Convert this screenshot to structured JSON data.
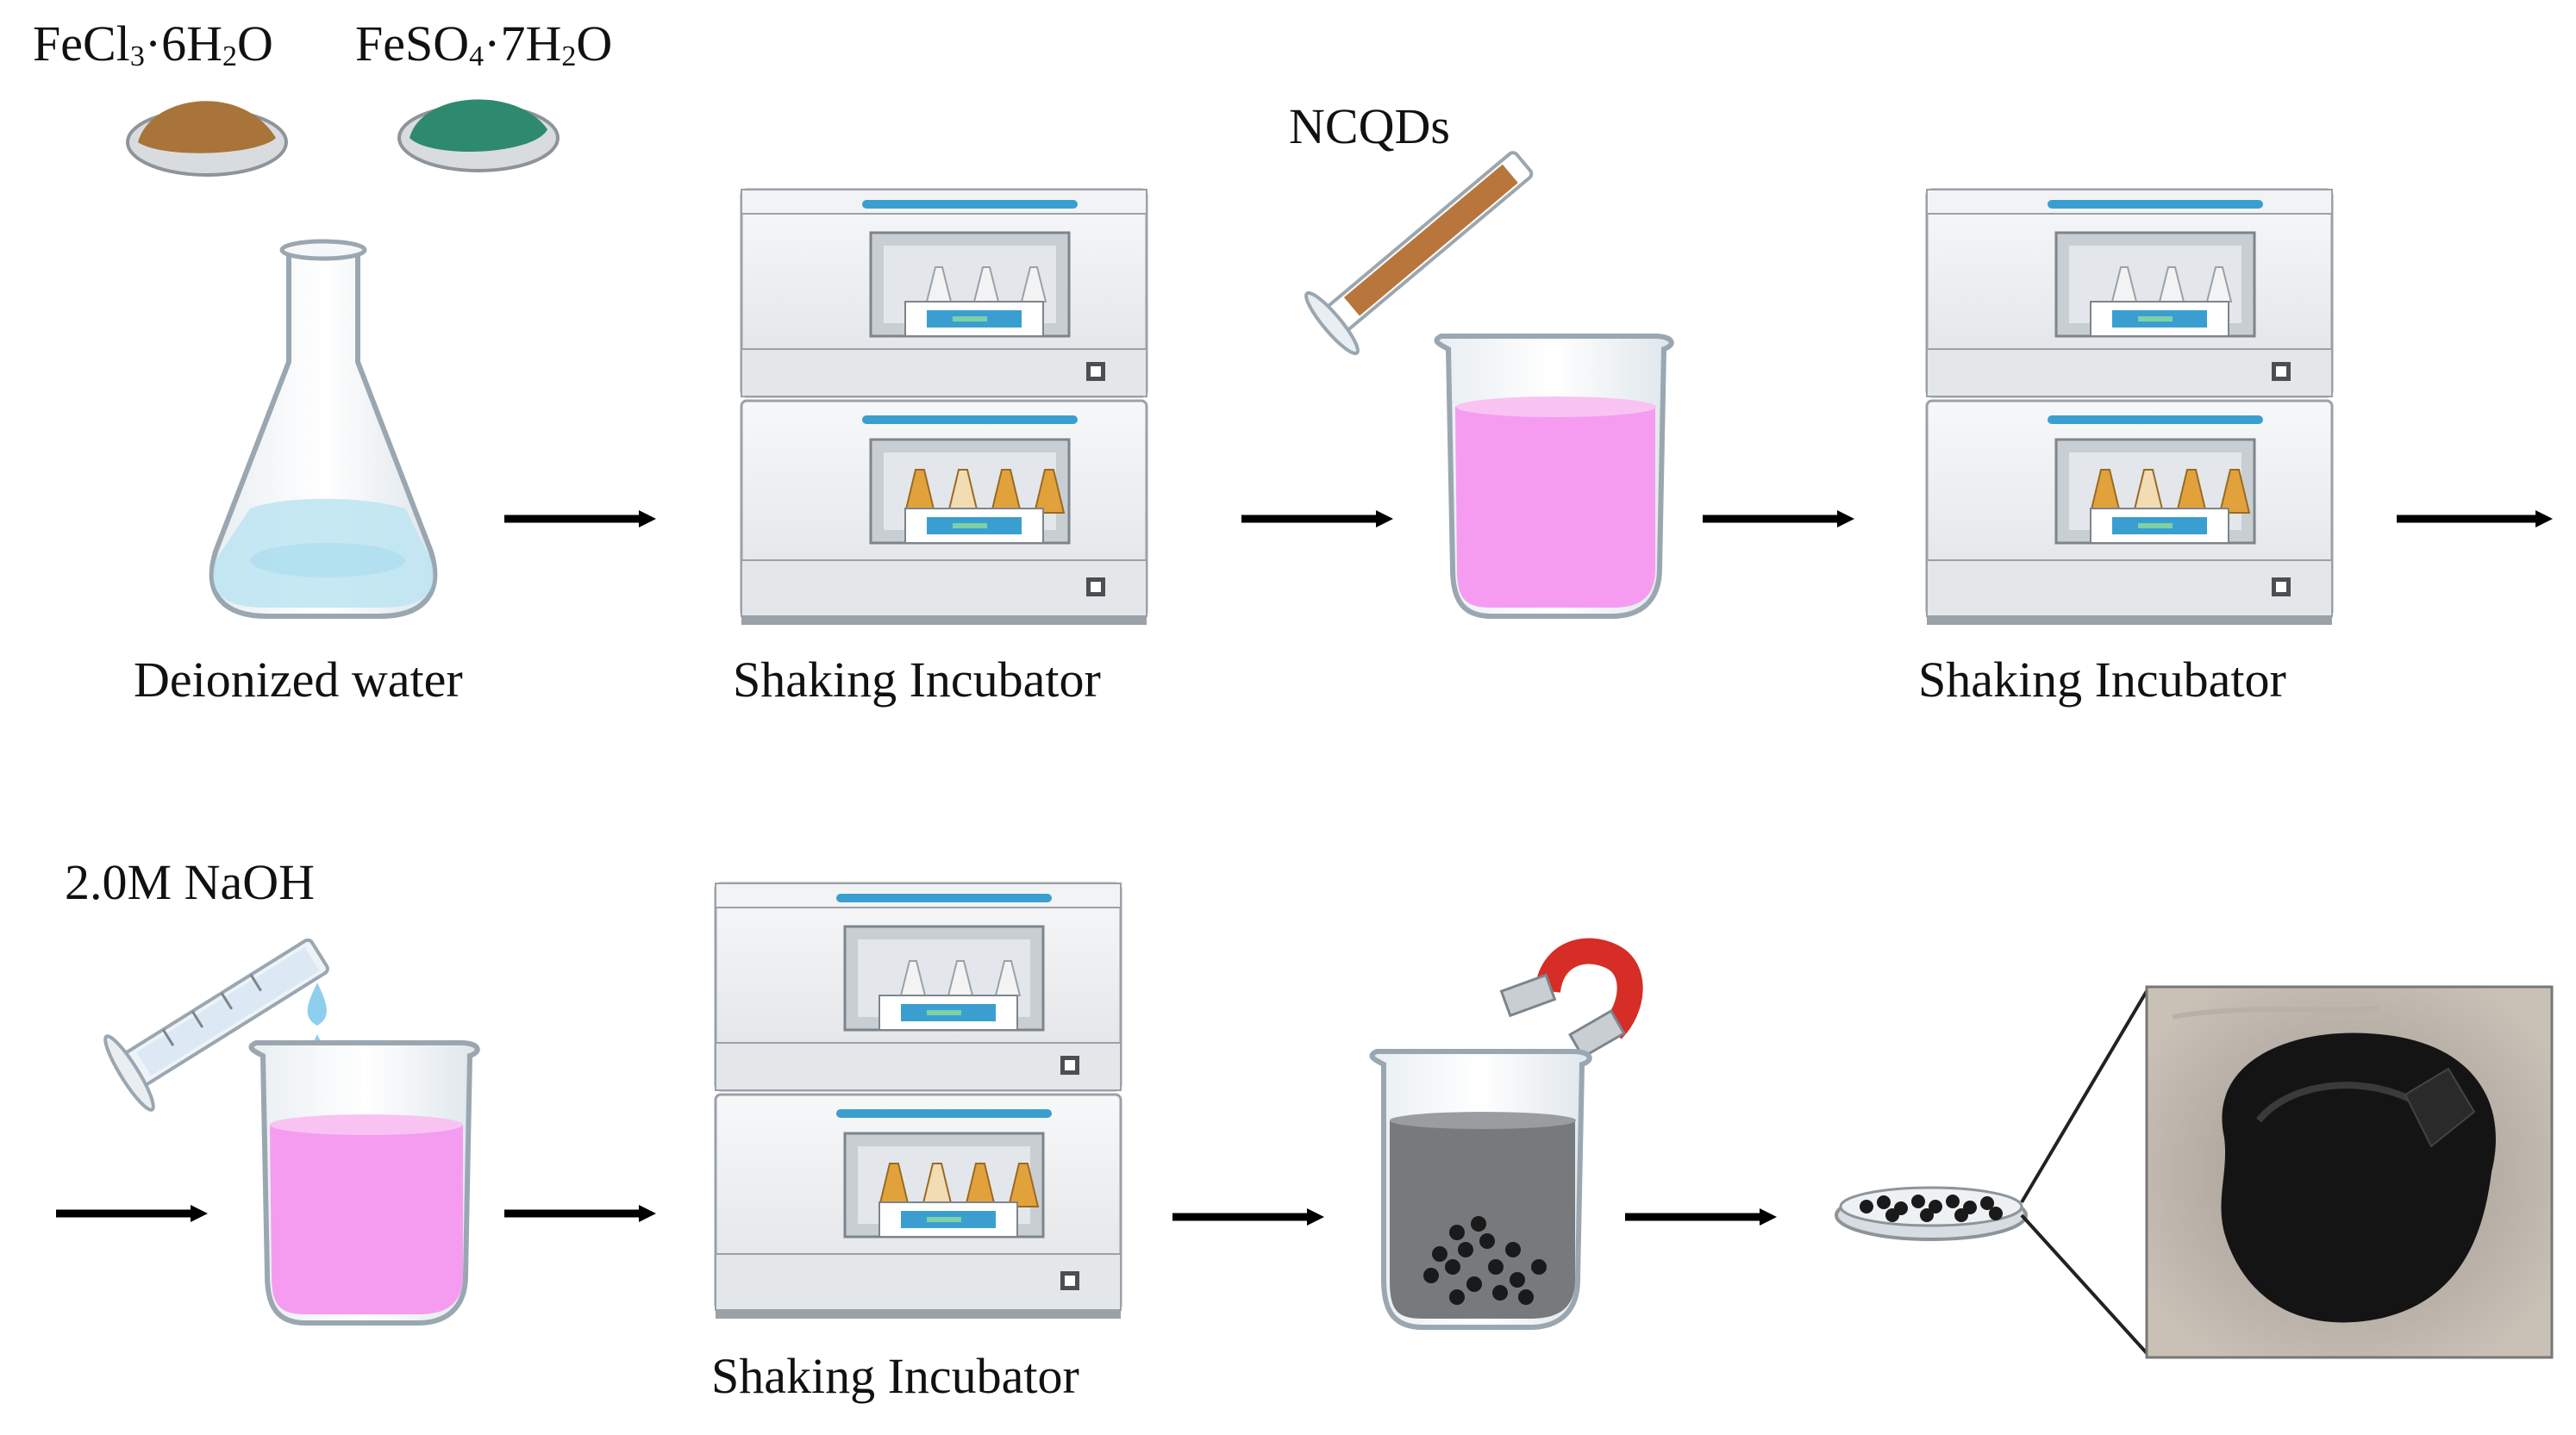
{
  "title": "",
  "reagents": {
    "fecl3": {
      "prefix": "FeCl",
      "sub1": "3",
      "mid": "·6H",
      "sub2": "2",
      "suffix": "O"
    },
    "feso4": {
      "prefix": "FeSO",
      "sub1": "4",
      "mid": "·7H",
      "sub2": "2",
      "suffix": "O"
    },
    "ncqds": "NCQDs",
    "naoh": "2.0M NaOH"
  },
  "labels": {
    "deionized_water": "Deionized water",
    "shaking_incubator_1": "Shaking Incubator",
    "shaking_incubator_2": "Shaking Incubator",
    "shaking_incubator_3": "Shaking Incubator"
  },
  "colors": {
    "fecl3_powder": "#a8743a",
    "feso4_powder": "#2e8a6e",
    "water": "#bfe6f2",
    "pink_solution": "#f59cf0",
    "black_solution": "#777a7d",
    "ncqds_liquid": "#b8763c",
    "incubator_body": "#eef0f2",
    "incubator_accent": "#3a9fd0",
    "flask_liquid": "#e1a23c",
    "magnet_red": "#d62d26",
    "arrow": "#000000"
  }
}
